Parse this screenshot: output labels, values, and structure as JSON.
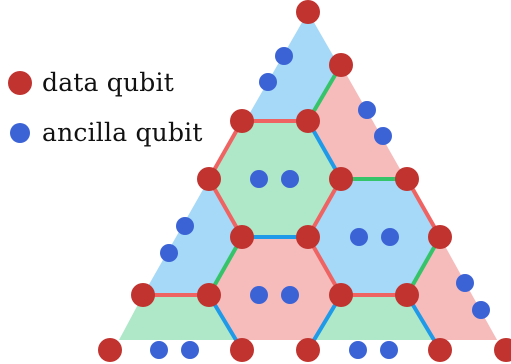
{
  "legend": {
    "data_label": "data qubit",
    "ancilla_label": "ancilla qubit"
  },
  "colors": {
    "data_qubit": "#c0332f",
    "ancilla_qubit": "#3b63d6",
    "plaquette_blue": "#a6d8f7",
    "plaquette_pink": "#f6bcbc",
    "plaquette_green": "#aee8c8",
    "edge_red": "#ef6363",
    "edge_green": "#35c46a",
    "edge_blue": "#1f9ae8"
  },
  "plaquette_colors": [
    "blue",
    "pink",
    "green",
    "blue",
    "green",
    "pink",
    "blue",
    "pink",
    "green",
    "pink",
    "green"
  ],
  "counts": {
    "data_qubits": 19,
    "ancilla_qubits": 18
  }
}
